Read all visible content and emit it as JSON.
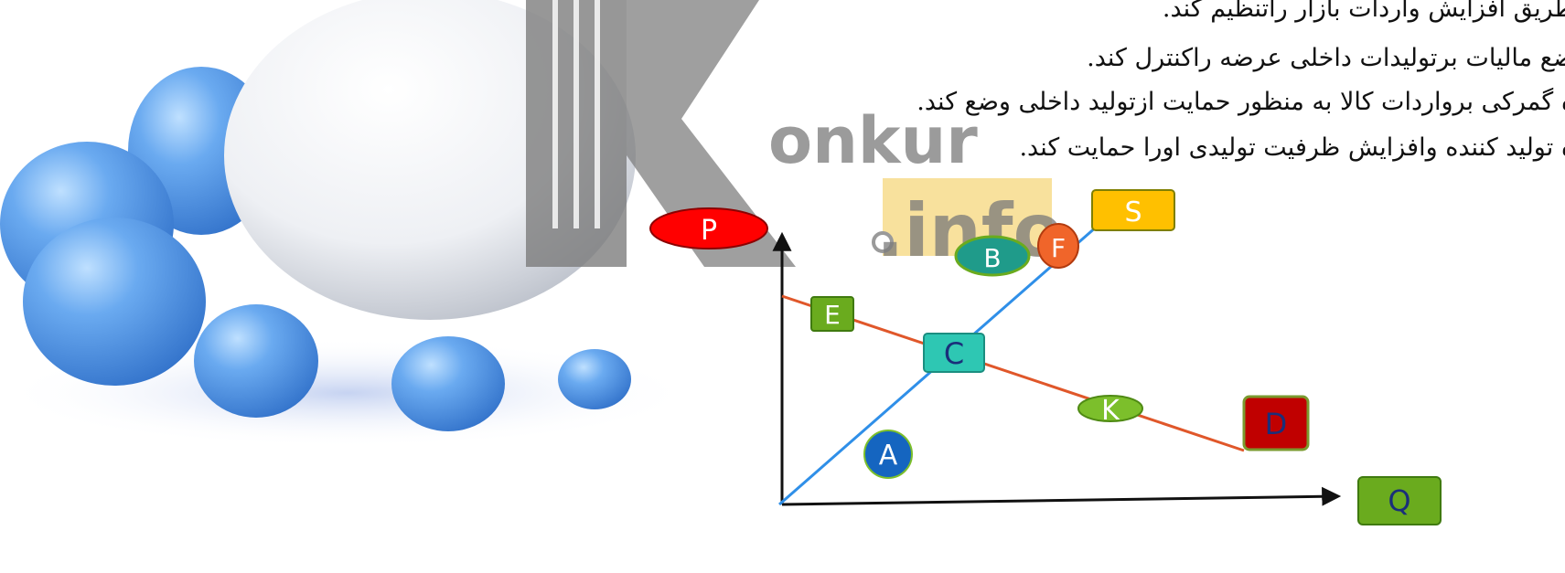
{
  "text_lines": [
    "طریق افزایش واردات بازار راتنظیم کند.",
    "ضع مالیات برتولیدات داخلی عرضه راکنترل کند.",
    "ه گمرکی برواردات کالا به منظور حمایت ازتولید داخلی وضع کند.",
    "ه تولید کننده وافزایش ظرفیت تولیدی اورا حمایت کند."
  ],
  "watermark": {
    "word_onkur": "onkur",
    "word_info": ".info"
  },
  "graph": {
    "y_axis_label": "P",
    "x_axis_label": "Q",
    "supply_label": "S",
    "demand_label": "D",
    "points": {
      "A": "A",
      "B": "B",
      "C": "C",
      "E": "E",
      "F": "F",
      "K": "K"
    }
  },
  "colors": {
    "supply_line": "#2f8fe8",
    "demand_line": "#e0572a",
    "axis": "#111111",
    "p_label_fill": "#ff0000",
    "q_label_fill": "#6aab1e",
    "s_label_fill": "#ffc000",
    "d_label_fill": "#c00000",
    "e_label_fill": "#6aab1e",
    "c_label_fill": "#2ec7b3",
    "b_label_fill": "#1f9b8a",
    "f_label_fill": "#f0652a",
    "k_label_fill": "#7cbf2b",
    "a_label_fill": "#1565c0"
  }
}
